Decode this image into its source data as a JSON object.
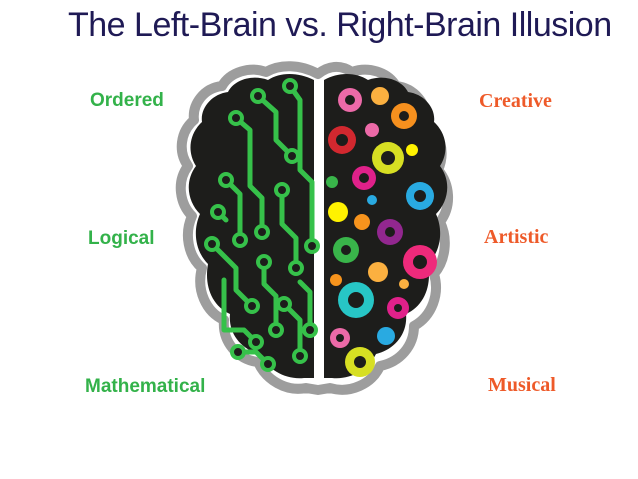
{
  "title": "The Left-Brain vs. Right-Brain Illusion",
  "left_labels": {
    "ordered": "Ordered",
    "logical": "Logical",
    "mathematical": "Mathematical"
  },
  "right_labels": {
    "creative": "Creative",
    "artistic": "Artistic",
    "musical": "Musical"
  },
  "colors": {
    "title": "#1f1a55",
    "left_text": "#33b24a",
    "right_text": "#ee5a29",
    "circuit": "#36c14a",
    "brain_fill": "#1d1d1b"
  },
  "illustration": {
    "name": "brain-hemispheres",
    "left_motif": "circuit-board",
    "right_motif": "colorful-swirls"
  }
}
